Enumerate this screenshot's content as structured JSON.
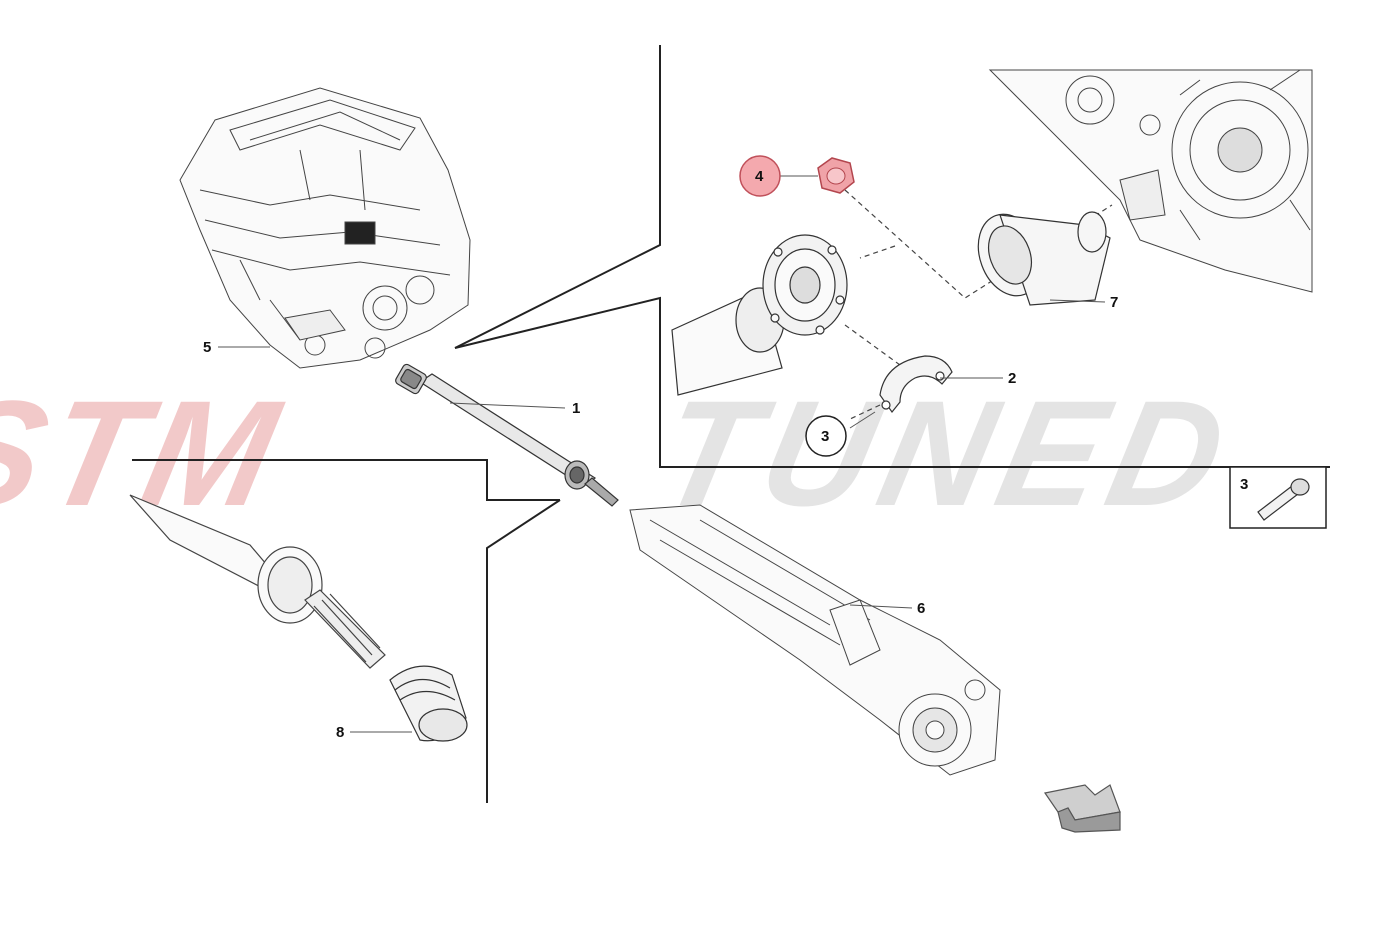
{
  "watermark": {
    "left_text": "STM",
    "right_text": "TUNED",
    "left_color": "#f2c9c9",
    "right_color": "#e2e2e2"
  },
  "callouts": [
    {
      "number": "1",
      "part": "propeller-shaft"
    },
    {
      "number": "2",
      "part": "clamp-plate"
    },
    {
      "number": "3",
      "part": "bolt"
    },
    {
      "number": "4",
      "part": "nut",
      "highlighted": true,
      "highlight_color": "#f4a9ae"
    },
    {
      "number": "5",
      "part": "engine"
    },
    {
      "number": "6",
      "part": "front-axle-differential"
    },
    {
      "number": "7",
      "part": "flange-cover"
    },
    {
      "number": "8",
      "part": "protective-boot"
    }
  ],
  "inset_box": {
    "number": "3",
    "part": "bolt"
  },
  "icons": {
    "direction_arrow": "3d-direction-arrow-icon"
  }
}
